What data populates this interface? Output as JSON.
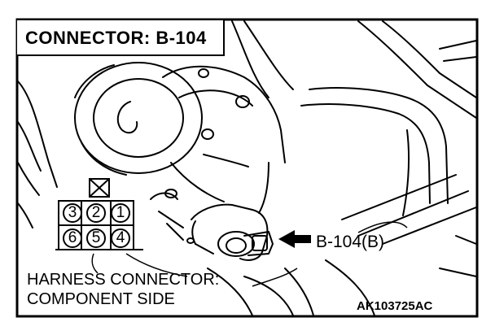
{
  "title": "CONNECTOR: B-104",
  "callout_label": "B-104(B)",
  "harness_label_line1": "HARNESS CONNECTOR:",
  "harness_label_line2": "COMPONENT SIDE",
  "figure_code": "AK103725AC",
  "connector_pins": {
    "top_row": [
      "3",
      "2",
      "1"
    ],
    "bottom_row": [
      "6",
      "5",
      "4"
    ]
  }
}
